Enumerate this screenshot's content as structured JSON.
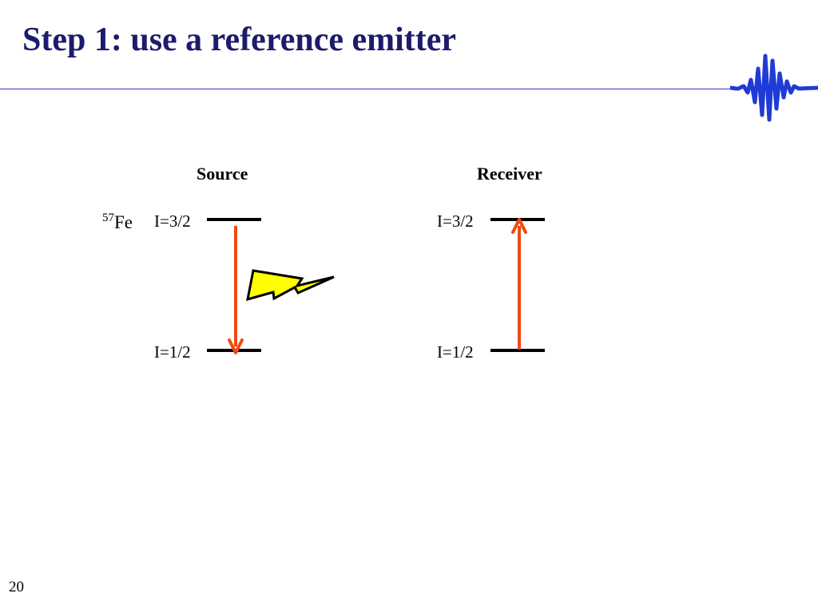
{
  "slide": {
    "title": "Step 1: use a reference emitter",
    "page_number": "20"
  },
  "source": {
    "heading": "Source",
    "isotope_mass": "57",
    "isotope_symbol": "Fe",
    "upper_level": "I=3/2",
    "lower_level": "I=1/2",
    "transition": "emission",
    "arrow_direction": "down"
  },
  "receiver": {
    "heading": "Receiver",
    "upper_level": "I=3/2",
    "lower_level": "I=1/2",
    "transition": "absorption",
    "arrow_direction": "up"
  },
  "colors": {
    "title": "#1c1c6c",
    "rule": "#3535c8",
    "logo_wave": "#1f3bd6",
    "arrow": "#f04a12",
    "bolt_fill": "#ffff00",
    "level_line": "#000000"
  },
  "icons": {
    "logo": "waveform-logo-icon",
    "gamma_ray": "lightning-bolt-icon"
  }
}
